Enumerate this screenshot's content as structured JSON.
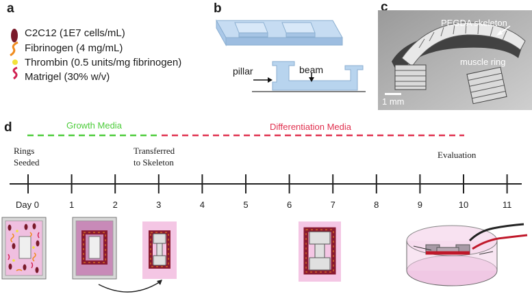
{
  "panels": {
    "a": "a",
    "b": "b",
    "c": "c",
    "d": "d"
  },
  "legend": [
    {
      "text": "C2C12 (1E7 cells/mL)",
      "icon": "cell-icon"
    },
    {
      "text": "Fibrinogen (4 mg/mL)",
      "icon": "fibrinogen-icon"
    },
    {
      "text": "Thrombin (0.5 units/mg fibrinogen)",
      "icon": "thrombin-icon"
    },
    {
      "text": "Matrigel (30% w/v)",
      "icon": "matrigel-icon"
    }
  ],
  "schematic": {
    "pillar": "pillar",
    "beam": "beam"
  },
  "micrograph": {
    "skeleton": "PEGDA skeleton",
    "ring": "muscle ring",
    "scale": "1 mm"
  },
  "timeline": {
    "growth_media": "Growth Media",
    "differentiation_media": "Differentiation Media",
    "events": {
      "rings_seeded": [
        "Rings",
        "Seeded"
      ],
      "transferred": [
        "Transferred",
        "to Skeleton"
      ],
      "evaluation": "Evaluation"
    },
    "days": [
      "Day 0",
      "1",
      "2",
      "3",
      "4",
      "5",
      "6",
      "7",
      "8",
      "9",
      "10",
      "11"
    ]
  },
  "colors": {
    "growth": "#4ccc3a",
    "differentiation": "#e0304e",
    "cell": "#7a1a2a",
    "fibrinogen": "#f08c1e",
    "thrombin": "#f2e23a",
    "matrigel": "#d02050",
    "device": "#b8d4ee",
    "well": "#d9a8cc",
    "pink_bg": "#f4c6e4"
  }
}
